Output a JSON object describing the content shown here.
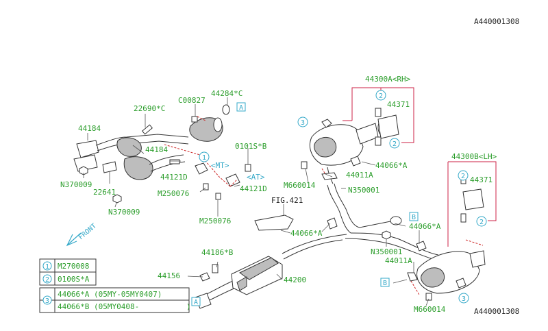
{
  "diagram_id_top": "A440001308",
  "diagram_id_bottom": "A440001308",
  "figure_ref": "FIG.421",
  "direction": "FRONT",
  "labels": {
    "l44184_top": "44184",
    "l22690c": "22690*C",
    "l00827": "C00827",
    "l44284c": "44284*C",
    "l44184_mid": "44184",
    "l0101sb": "0101S*B",
    "l_mt": "<MT>",
    "l_at": "<AT>",
    "l44121d_left": "44121D",
    "l44121d_right": "44121D",
    "l22641": "22641",
    "ln370009_a": "N370009",
    "ln370009_b": "N370009",
    "lm250076_a": "M250076",
    "lm250076_b": "M250076",
    "l44300a": "44300A<RH>",
    "l44371_rh": "44371",
    "l44066a_top": "44066*A",
    "l44011a_top": "44011A",
    "lm660014_top": "M660014",
    "ln350001_top": "N350001",
    "l44066a_mid": "44066*A",
    "l44300b": "44300B<LH>",
    "l44371_lh": "44371",
    "l44066a_right": "44066*A",
    "ln350001_bot": "N350001",
    "l44011a_bot": "44011A",
    "lm660014_bot": "M660014",
    "l44186b": "44186*B",
    "l44156": "44156",
    "l44200": "44200"
  },
  "callouts": {
    "c1": "1",
    "c2": "2",
    "c3": "3",
    "boxA": "A",
    "boxB": "B"
  },
  "legend": {
    "r1_num": "1",
    "r1_text": "M270008",
    "r2_num": "2",
    "r2_text": "0100S*A",
    "r3_num": "3",
    "r3a_text": "44066*A (05MY-05MY0407)",
    "r3b_text": "44066*B (05MY0408-",
    "r3b_close": ")"
  },
  "colors": {
    "part_number": "#2a9d2a",
    "callout": "#33a8c8",
    "id_text": "#222222",
    "dashed_leader": "#cc2222"
  }
}
